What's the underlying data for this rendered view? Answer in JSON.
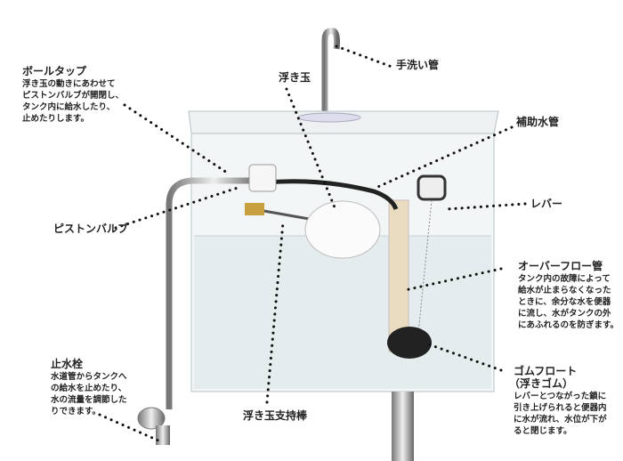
{
  "labels": {
    "hand_wash_pipe": "手洗い管",
    "float_ball": "浮き玉",
    "aux_water_pipe": "補助水管",
    "lever": "レバー",
    "piston_valve": "ピストンバルブ",
    "ball_tap": {
      "title": "ボールタップ",
      "desc": "浮き玉の動きにあわせて\nピストンバルブが開閉し、\nタンク内に給水したり、\n止めたりします。"
    },
    "overflow_pipe": {
      "title": "オーバーフロー管",
      "desc": "タンク内の故障によって\n給水が止まらなくなった\nときに、余分な水を便器\nに流し、水がタンクの外\nにあふれるのを防ぎます。"
    },
    "rubber_float": {
      "title": "ゴムフロート",
      "subtitle": "（浮きゴム）",
      "desc": "レバーとつながった鎖に\n引き上げられると便器内\nに水が流れ、水位が下が\nると閉じます。"
    },
    "stop_valve": {
      "title": "止水栓",
      "desc": "水道管からタンクへ\nの給水を止めたり、\n水の流量を調節した\nりできます。"
    },
    "float_arm": "浮き玉支持棒"
  }
}
